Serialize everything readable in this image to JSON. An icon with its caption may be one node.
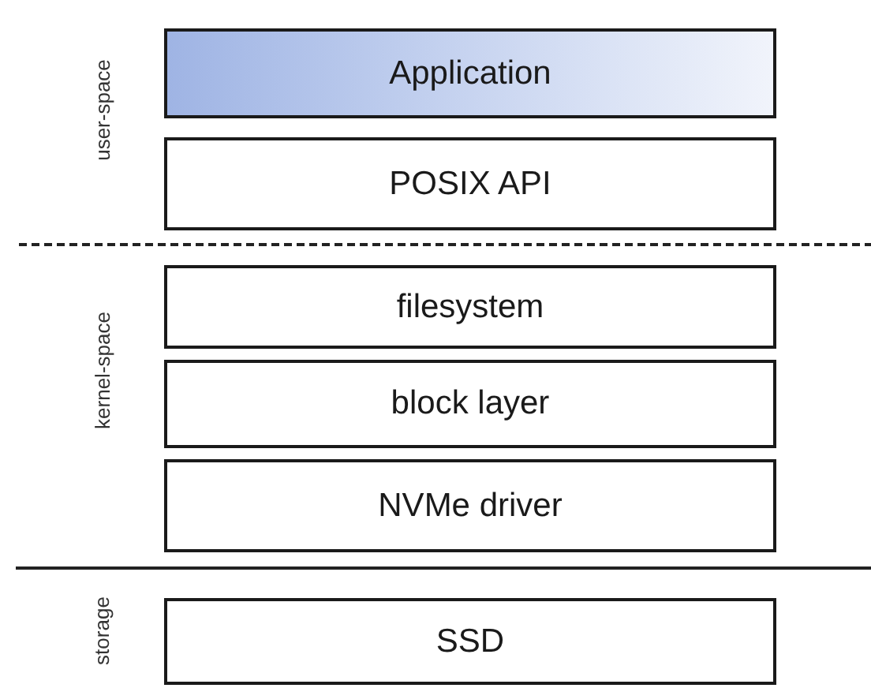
{
  "diagram": {
    "nodes": [
      {
        "text": [
          "Application"
        ]
      },
      {
        "text": [
          "POSIX API"
        ]
      },
      {
        "text": [
          "filesystem"
        ]
      },
      {
        "text": [
          "block layer"
        ]
      },
      {
        "text": [
          "NVMe driver"
        ]
      },
      {
        "text": [
          "SSD"
        ]
      }
    ],
    "labels": [
      "user-space",
      "kernel-space",
      "storage"
    ]
  }
}
